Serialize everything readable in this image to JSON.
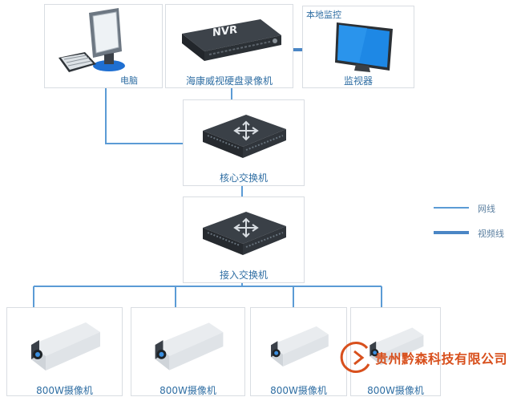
{
  "devices": {
    "pc_label": "电脑",
    "nvr_label": "海康威视硬盘录像机",
    "nvr_badge": "NVR",
    "monitor_group": "本地监控",
    "monitor_label": "监视器",
    "core_switch_label": "核心交换机",
    "access_switch_label": "接入交换机",
    "camera_labels": [
      "800W摄像机",
      "800W摄像机",
      "800W摄像机",
      "800W摄像机"
    ]
  },
  "legend": {
    "network_line": "网线",
    "video_line": "视频线"
  },
  "watermark": {
    "company": "贵州黔森科技有限公司"
  },
  "colors": {
    "network_line": "#5b9bd5",
    "video_line": "#4a86c5",
    "label": "#2f6ea3",
    "company": "#d8501d"
  }
}
